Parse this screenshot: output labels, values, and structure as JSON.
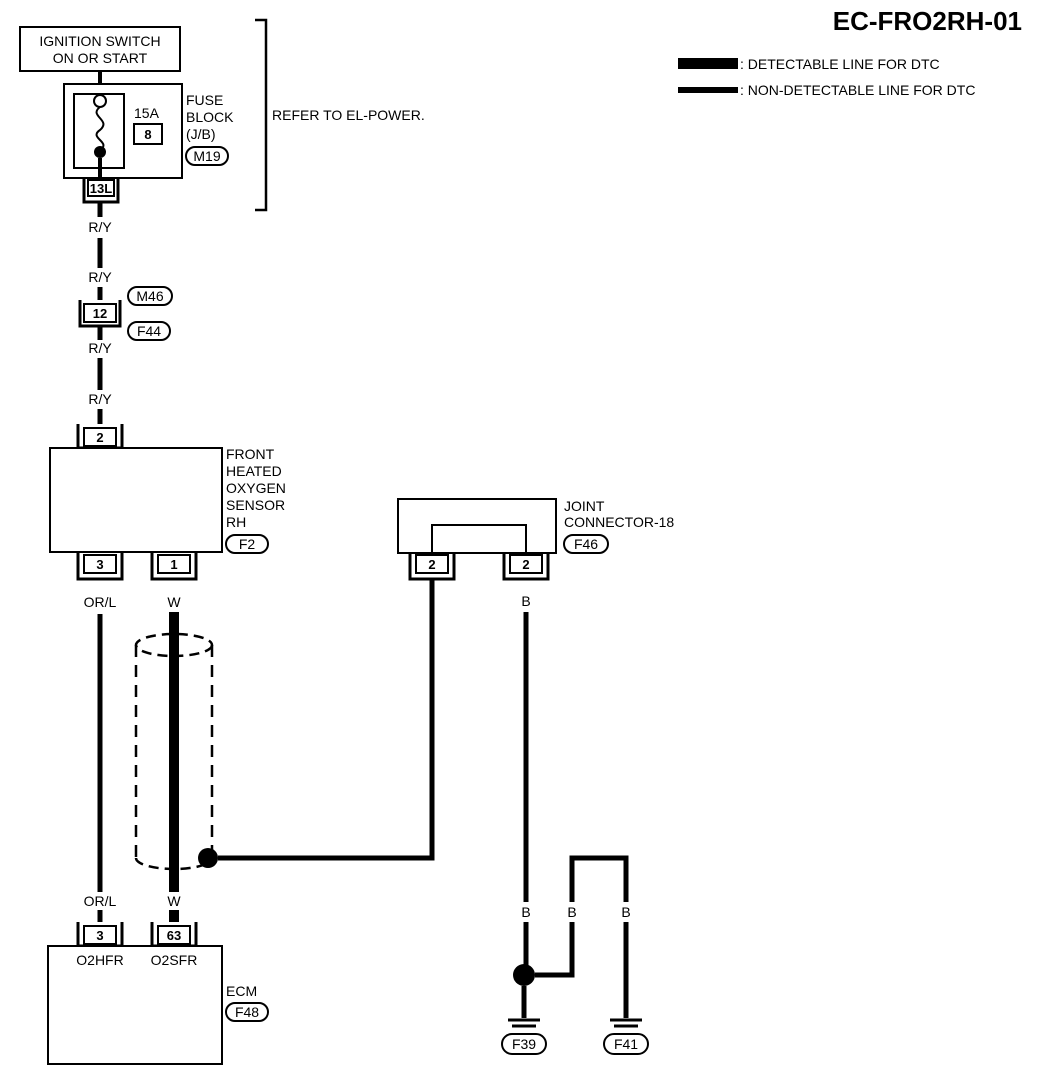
{
  "title": "EC-FRO2RH-01",
  "legend": {
    "detectable": ": DETECTABLE LINE FOR DTC",
    "non_detectable": ": NON-DETECTABLE LINE FOR DTC"
  },
  "ignition": {
    "line1": "IGNITION SWITCH",
    "line2": "ON OR START"
  },
  "fuse": {
    "amps": "15A",
    "number": "8",
    "pin": "13L",
    "label_line1": "FUSE",
    "label_line2": "BLOCK",
    "label_line3": "(J/B)",
    "connector": "M19",
    "refer": "REFER TO EL-POWER."
  },
  "wires": {
    "ry": "R/Y",
    "orl": "OR/L",
    "w": "W",
    "b": "B"
  },
  "inline_connector": {
    "pin": "12",
    "upper": "M46",
    "lower": "F44"
  },
  "sensor": {
    "line1": "FRONT",
    "line2": "HEATED",
    "line3": "OXYGEN",
    "line4": "SENSOR",
    "line5": "RH",
    "connector": "F2",
    "pin_top": "2",
    "pin_left": "3",
    "pin_right": "1"
  },
  "joint": {
    "line1": "JOINT",
    "line2": "CONNECTOR-18",
    "connector": "F46",
    "pin_left": "2",
    "pin_right": "2"
  },
  "ecm": {
    "label": "ECM",
    "connector": "F48",
    "pin_left": "3",
    "pin_right": "63",
    "term_left": "O2HFR",
    "term_right": "O2SFR"
  },
  "grounds": {
    "left": "F39",
    "right": "F41"
  }
}
